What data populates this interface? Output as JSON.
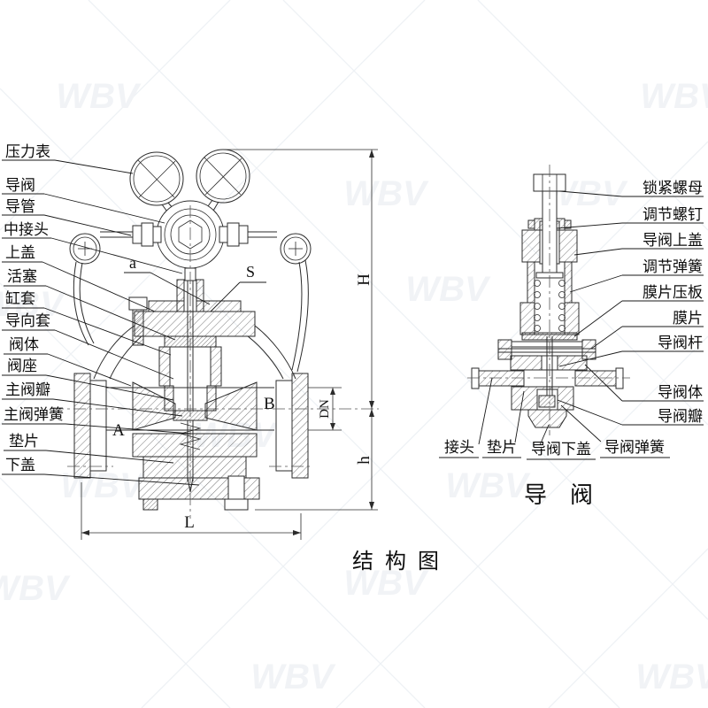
{
  "watermark": {
    "text": "WBV"
  },
  "titles": {
    "main": "结构图",
    "pilot": "导阀"
  },
  "main_valve": {
    "labels": [
      "压力表",
      "导阀",
      "导管",
      "中接头",
      "上盖",
      "活塞",
      "缸套",
      "导向套",
      "阀体",
      "阀座",
      "主阀瓣",
      "主阀弹簧",
      "垫片",
      "下盖"
    ],
    "dims": {
      "H": "H",
      "h": "h",
      "L": "L",
      "DN": "DN",
      "A": "A",
      "B": "B",
      "a": "a",
      "S": "S"
    }
  },
  "pilot_valve": {
    "labels": [
      "锁紧螺母",
      "调节螺钉",
      "导阀上盖",
      "调节弹簧",
      "膜片压板",
      "膜片",
      "导阀杆",
      "导阀体",
      "导阀瓣"
    ],
    "bottom_labels": [
      "接头",
      "垫片",
      "导阀下盖",
      "导阀弹簧"
    ]
  },
  "colors": {
    "line": "#2b2b2b",
    "label": "#0d0d0d",
    "watermark": "#f1f3f6"
  }
}
